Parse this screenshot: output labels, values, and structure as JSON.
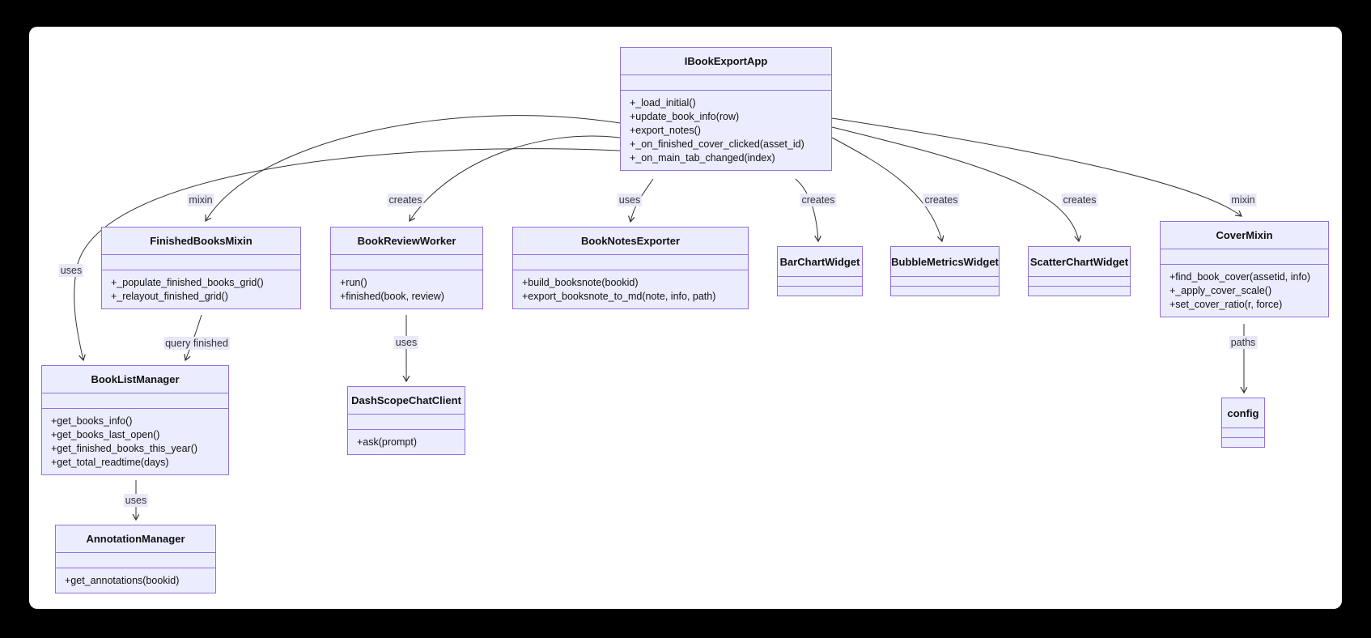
{
  "diagram": {
    "kind": "uml-class-diagram",
    "colors": {
      "node_fill": "#ECECFF",
      "node_border": "#9370DB",
      "edge_stroke": "#333333",
      "edge_label_bg": "#E8E8F8",
      "page_bg": "#000000",
      "canvas_bg": "#FFFFFF"
    },
    "classes": [
      {
        "name": "IBookExportApp",
        "methods": [
          "+_load_initial()",
          "+update_book_info(row)",
          "+export_notes()",
          "+_on_finished_cover_clicked(asset_id)",
          "+_on_main_tab_changed(index)"
        ]
      },
      {
        "name": "FinishedBooksMixin",
        "methods": [
          "+_populate_finished_books_grid()",
          "+_relayout_finished_grid()"
        ]
      },
      {
        "name": "BookReviewWorker",
        "methods": [
          "+run()",
          "+finished(book, review)"
        ]
      },
      {
        "name": "BookNotesExporter",
        "methods": [
          "+build_booksnote(bookid)",
          "+export_booksnote_to_md(note, info, path)"
        ]
      },
      {
        "name": "BarChartWidget",
        "methods": []
      },
      {
        "name": "BubbleMetricsWidget",
        "methods": []
      },
      {
        "name": "ScatterChartWidget",
        "methods": []
      },
      {
        "name": "CoverMixin",
        "methods": [
          "+find_book_cover(assetid, info)",
          "+_apply_cover_scale()",
          "+set_cover_ratio(r, force)"
        ]
      },
      {
        "name": "BookListManager",
        "methods": [
          "+get_books_info()",
          "+get_books_last_open()",
          "+get_finished_books_this_year()",
          "+get_total_readtime(days)"
        ]
      },
      {
        "name": "DashScopeChatClient",
        "methods": [
          "+ask(prompt)"
        ]
      },
      {
        "name": "AnnotationManager",
        "methods": [
          "+get_annotations(bookid)"
        ]
      },
      {
        "name": "config",
        "methods": []
      }
    ],
    "edges": [
      {
        "from": "IBookExportApp",
        "to": "FinishedBooksMixin",
        "label": "mixin"
      },
      {
        "from": "IBookExportApp",
        "to": "BookReviewWorker",
        "label": "creates"
      },
      {
        "from": "IBookExportApp",
        "to": "BookNotesExporter",
        "label": "uses"
      },
      {
        "from": "IBookExportApp",
        "to": "BarChartWidget",
        "label": "creates"
      },
      {
        "from": "IBookExportApp",
        "to": "BubbleMetricsWidget",
        "label": "creates"
      },
      {
        "from": "IBookExportApp",
        "to": "ScatterChartWidget",
        "label": "creates"
      },
      {
        "from": "IBookExportApp",
        "to": "CoverMixin",
        "label": "mixin"
      },
      {
        "from": "IBookExportApp",
        "to": "BookListManager",
        "label": "uses"
      },
      {
        "from": "FinishedBooksMixin",
        "to": "BookListManager",
        "label": "query finished"
      },
      {
        "from": "BookReviewWorker",
        "to": "DashScopeChatClient",
        "label": "uses"
      },
      {
        "from": "BookListManager",
        "to": "AnnotationManager",
        "label": "uses"
      },
      {
        "from": "CoverMixin",
        "to": "config",
        "label": "paths"
      }
    ]
  }
}
